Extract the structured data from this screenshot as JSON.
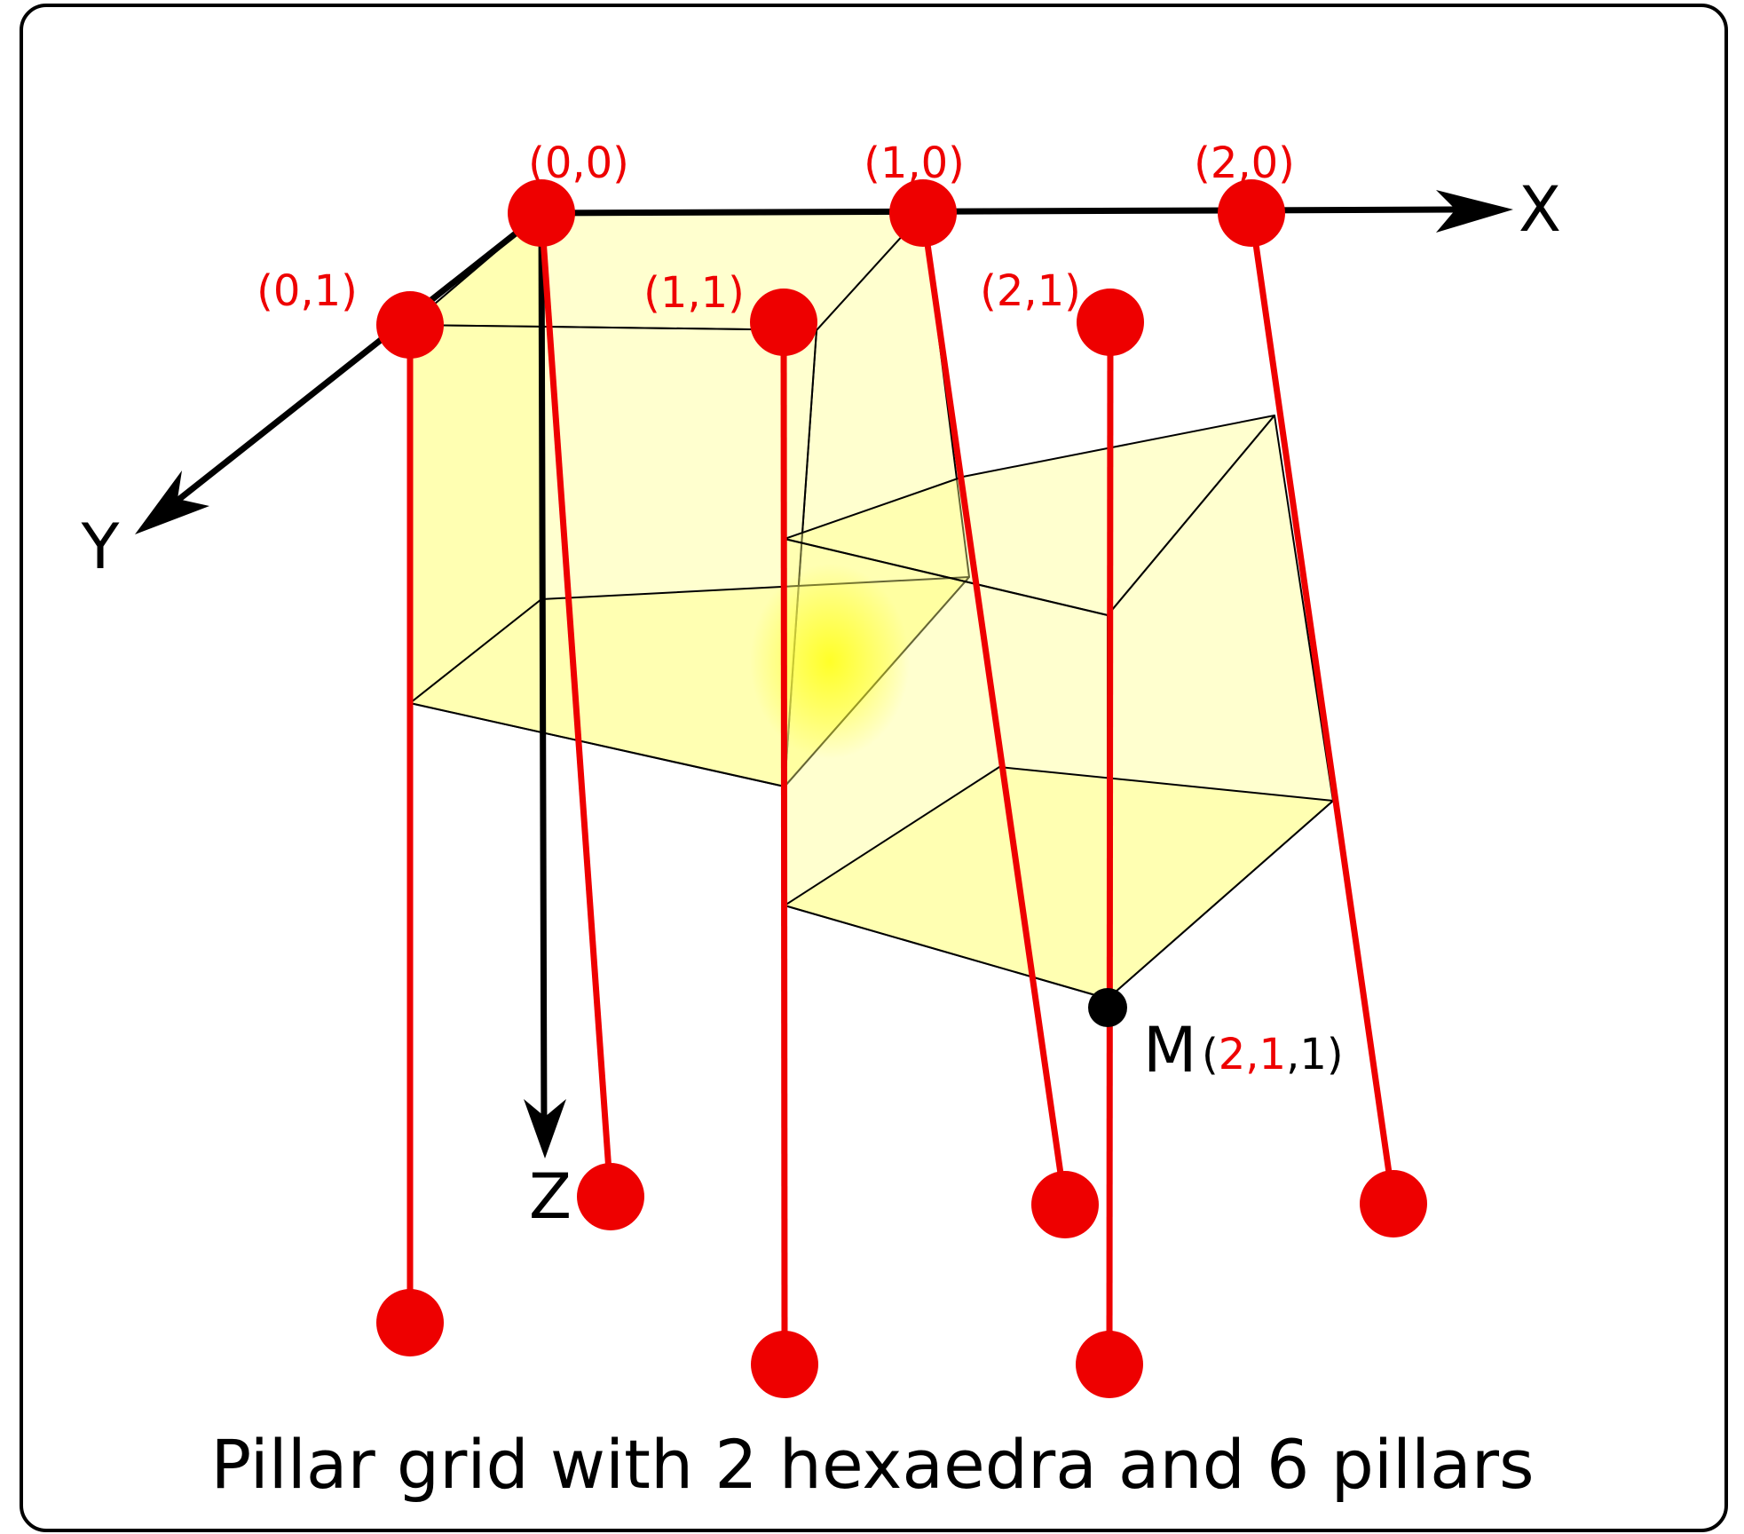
{
  "caption": "Pillar grid with 2 hexaedra and 6 pillars",
  "axes": {
    "x": "X",
    "y": "Y",
    "z": "Z"
  },
  "pillar_labels": [
    "(0,0)",
    "(1,0)",
    "(2,0)",
    "(0,1)",
    "(1,1)",
    "(2,1)"
  ],
  "point": {
    "name": "M",
    "open": "(",
    "i": "2",
    "comma1": ",",
    "j": "1",
    "comma2": ",",
    "k": "1",
    "close": ")"
  },
  "colors": {
    "pillar": "#ee0000",
    "axis": "#000000",
    "hexahedron_fill": "#ffff88",
    "hexahedron_edge": "#000000"
  }
}
